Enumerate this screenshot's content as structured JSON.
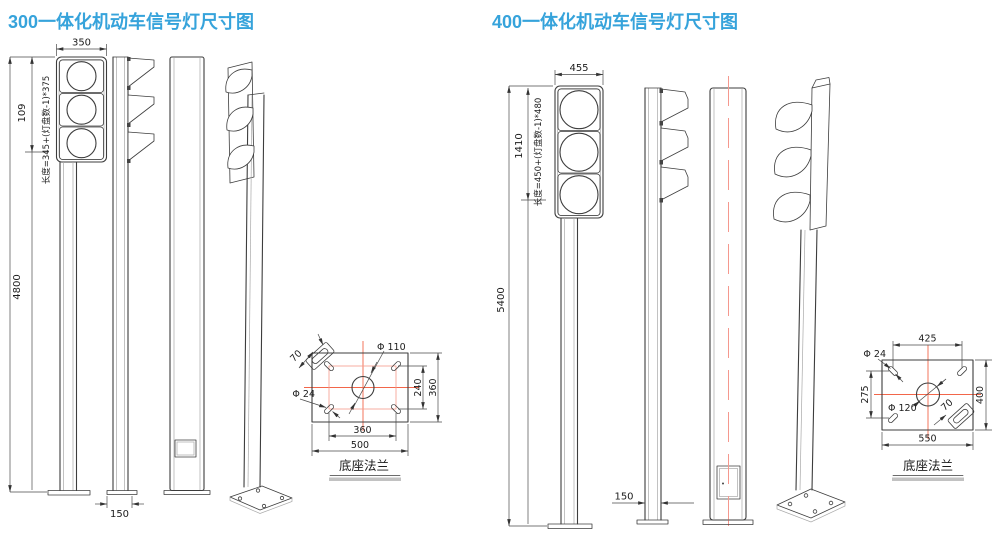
{
  "colors": {
    "title_blue": "#36a3db",
    "centerline_red": "#f2664a",
    "dashed_centerline_red": "#f5988e",
    "line_gray": "#3d3d3d"
  },
  "left": {
    "title": "300一体化机动车信号灯尺寸图",
    "dims": {
      "head_width": "350",
      "head_length": "109",
      "length_formula": "长度=345+(灯盘数-1)*375",
      "pole_height": "4800",
      "pole_side": "150"
    },
    "flange": {
      "slot_length": "70",
      "center_hole": "Φ 110",
      "slot_hole": "Φ 24",
      "bolt_spacing_vertical": "240",
      "plate_height": "360",
      "bolt_spacing_horizontal": "360",
      "plate_width": "500",
      "caption": "底座法兰"
    }
  },
  "right": {
    "title": "400一体化机动车信号灯尺寸图",
    "dims": {
      "head_width": "455",
      "head_length": "1410",
      "length_formula": "长度=450+(灯盘数-1)*480",
      "pole_height": "5400",
      "pole_side": "150"
    },
    "flange": {
      "bolt_spacing_horizontal": "425",
      "slot_hole": "Φ 24",
      "bolt_spacing_vertical": "275",
      "center_hole": "Φ 120",
      "slot_length": "70",
      "plate_height": "400",
      "plate_width": "550",
      "caption": "底座法兰"
    }
  }
}
